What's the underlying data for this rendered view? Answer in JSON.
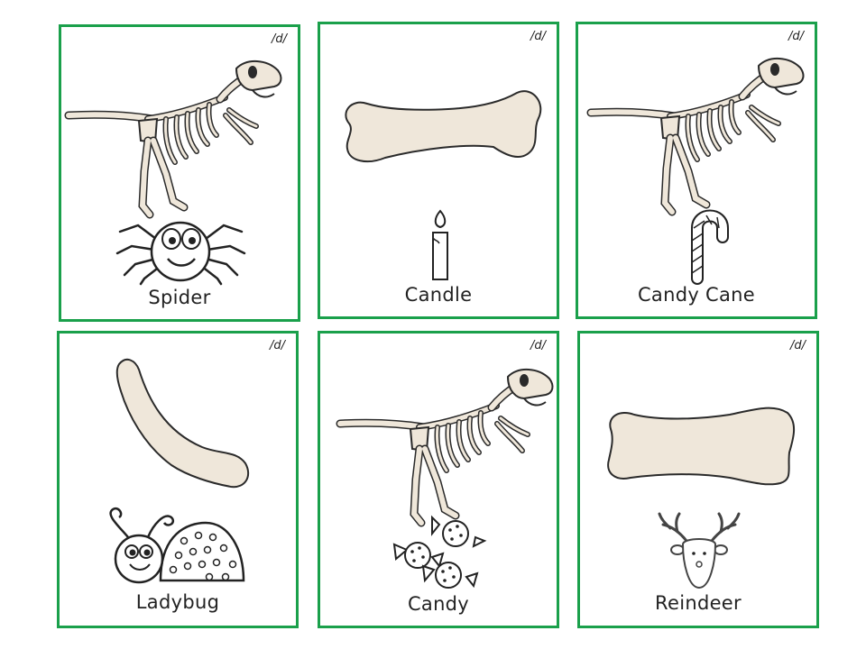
{
  "cards": [
    {
      "sound": "/d/",
      "word": "Spider"
    },
    {
      "sound": "/d/",
      "word": "Candle"
    },
    {
      "sound": "/d/",
      "word": "Candy Cane"
    },
    {
      "sound": "/d/",
      "word": "Ladybug"
    },
    {
      "sound": "/d/",
      "word": "Candy"
    },
    {
      "sound": "/d/",
      "word": "Reindeer"
    }
  ],
  "colors": {
    "border": "#1aa04b",
    "bone": "#efe7da",
    "bone_outline": "#2a2a2a"
  }
}
